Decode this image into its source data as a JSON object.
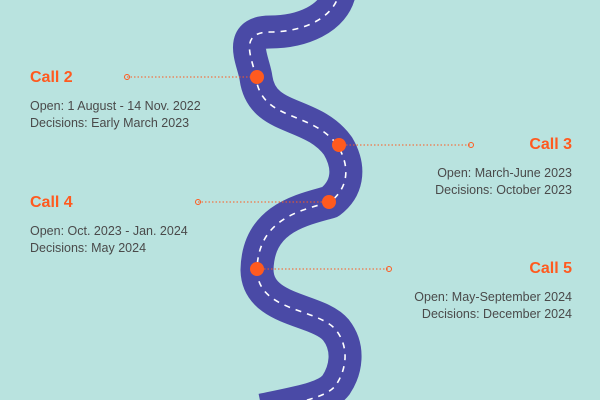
{
  "colors": {
    "background": "#b9e3df",
    "road": "#4a4aa6",
    "road_dash": "#ffffff",
    "accent": "#ff5a1f",
    "text": "#4a4a4a"
  },
  "calls": [
    {
      "title": "Call 2",
      "open": "Open: 1 August - 14 Nov. 2022",
      "decisions": "Decisions: Early March 2023",
      "side": "left"
    },
    {
      "title": "Call 3",
      "open": "Open: March-June 2023",
      "decisions": "Decisions: October 2023",
      "side": "right"
    },
    {
      "title": "Call 4",
      "open": "Open: Oct. 2023 - Jan. 2024",
      "decisions": "Decisions: May 2024",
      "side": "left"
    },
    {
      "title": "Call 5",
      "open": "Open: May-September 2024",
      "decisions": "Decisions: December 2024",
      "side": "right"
    }
  ]
}
